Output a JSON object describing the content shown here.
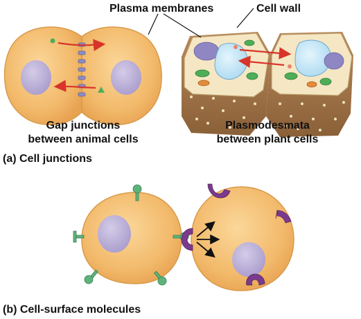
{
  "labels": {
    "plasma_membranes": "Plasma membranes",
    "cell_wall": "Cell wall",
    "gap_line1": "Gap junctions",
    "gap_line2": "between animal cells",
    "plasmo_line1": "Plasmodesmata",
    "plasmo_line2": "between plant cells",
    "section_a": "(a) Cell junctions",
    "section_b": "(b) Cell-surface molecules"
  },
  "colors": {
    "cell_fill": "#f2b96a",
    "nucleus": "#b3a7d3",
    "gap_junction": "#8c8fc6",
    "arrow": "#d8342a",
    "cell_wall": "#a77b4d",
    "vacuole": "#bfe3f5",
    "chloroplast": "#4eae58",
    "mitochondrion": "#e38b3a",
    "receptor": "#7b3a8d",
    "ligand": "#5fb37a"
  },
  "icons": [
    "gap-junction-icon",
    "signal-arrow-icon",
    "receptor-icon",
    "ligand-icon"
  ]
}
